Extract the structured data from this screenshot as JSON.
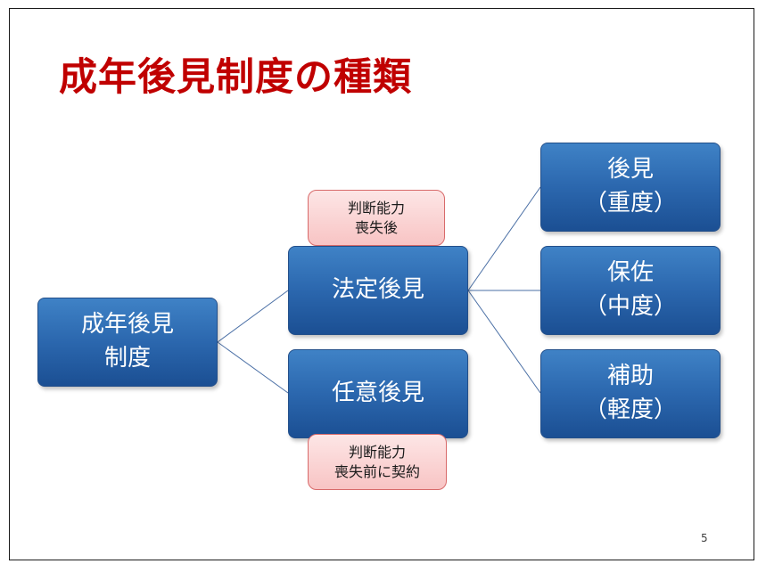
{
  "slide": {
    "title": "成年後見制度の種類",
    "page_number": "5"
  },
  "diagram": {
    "root": {
      "line1": "成年後見",
      "line2": "制度"
    },
    "statutory": {
      "label": "法定後見"
    },
    "voluntary": {
      "label": "任意後見"
    },
    "note_statutory": {
      "line1": "判断能力",
      "line2": "喪失後"
    },
    "note_voluntary": {
      "line1": "判断能力",
      "line2": "喪失前に契約"
    },
    "guardian": {
      "line1": "後見",
      "line2": "（重度）"
    },
    "curator": {
      "line1": "保佐",
      "line2": "（中度）"
    },
    "assistant": {
      "line1": "補助",
      "line2": "（軽度）"
    }
  }
}
